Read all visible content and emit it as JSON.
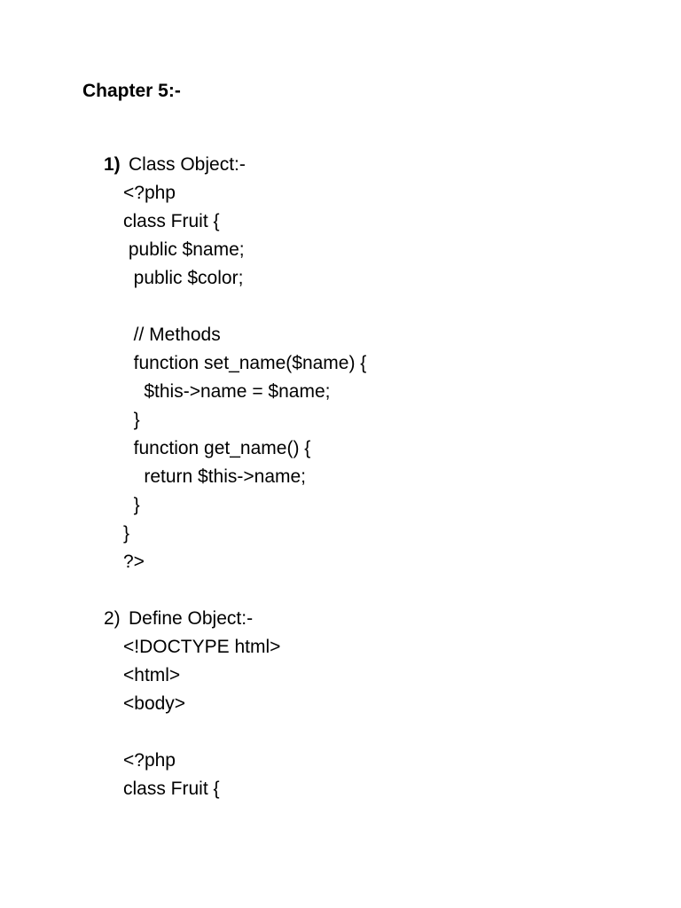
{
  "document": {
    "title": "Chapter 5:-",
    "sections": [
      {
        "number": "1)",
        "heading": "Class Object:-",
        "code_lines": [
          "<?php",
          "class Fruit {",
          " public $name;",
          "  public $color;",
          "",
          "  // Methods",
          "  function set_name($name) {",
          "    $this->name = $name;",
          "  }",
          "  function get_name() {",
          "    return $this->name;",
          "  }",
          "}",
          "?>"
        ]
      },
      {
        "number": "2)",
        "heading": "Define Object:-",
        "code_lines": [
          "<!DOCTYPE html>",
          "<html>",
          "<body>",
          "",
          "<?php",
          "class Fruit {"
        ]
      }
    ]
  }
}
